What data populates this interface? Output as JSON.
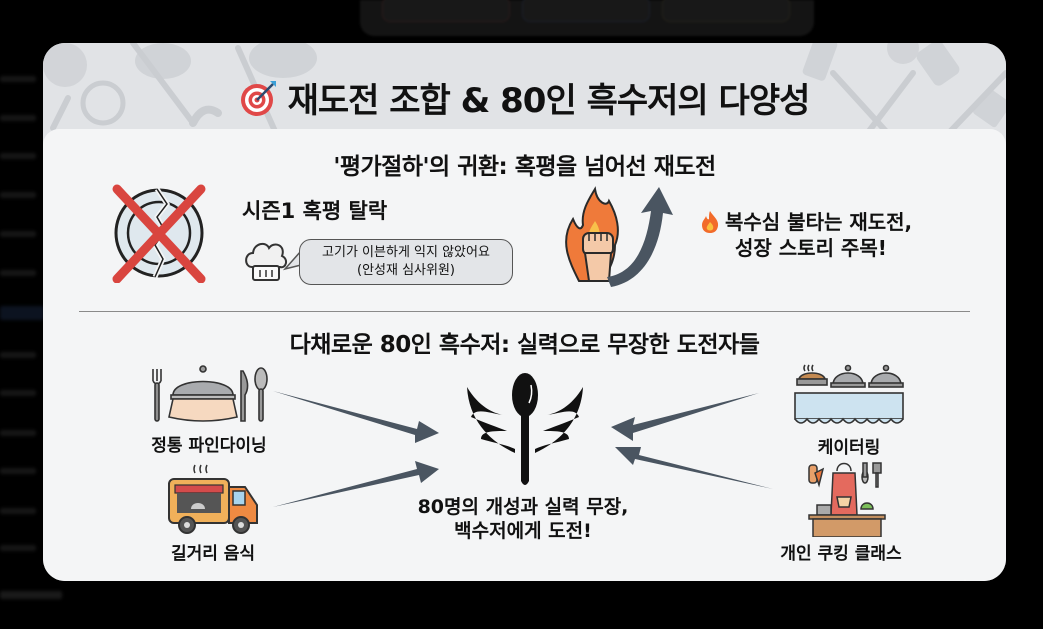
{
  "card": {
    "title": "재도전 조합 & 80인 흑수저의 다양성",
    "title_icon": "target-dart-icon"
  },
  "section1": {
    "title": "'평가절하'의 귀환: 혹평을 넘어선 재도전",
    "left": {
      "icon": "broken-plate-crossed-icon",
      "heading": "시즌1 혹평 탈락",
      "speaker_icon": "chef-hat-icon",
      "quote_line1": "고기가 이븐하게 익지 않았어요",
      "quote_line2": "(안성재 심사위원)"
    },
    "right": {
      "icon": "flaming-fist-rising-arrow-icon",
      "emoji_icon": "fire-icon",
      "line1": "복수심 불타는 재도전,",
      "line2": "성장 스토리 주목!"
    }
  },
  "section2": {
    "title": "다채로운 80인 흑수저: 실력으로 무장한 도전자들",
    "center_icon": "winged-spoon-icon",
    "center_line1": "80명의 개성과 실력 무장,",
    "center_line2": "백수저에게 도전!",
    "categories": [
      {
        "label": "정통 파인다이닝",
        "icon": "fine-dining-cloche-icon"
      },
      {
        "label": "길거리 음식",
        "icon": "food-truck-icon"
      },
      {
        "label": "케이터링",
        "icon": "catering-buffet-icon"
      },
      {
        "label": "개인 쿠킹 클래스",
        "icon": "cooking-class-apron-icon"
      }
    ]
  },
  "colors": {
    "cross_red": "#d9453f",
    "arrow_slate": "#4a5561",
    "flame_orange": "#ef7a3a",
    "truck_orange": "#f0a04b",
    "apron_red": "#e46a5e",
    "card_bg": "#f4f5f6",
    "header_bg": "#e1e3e6"
  }
}
